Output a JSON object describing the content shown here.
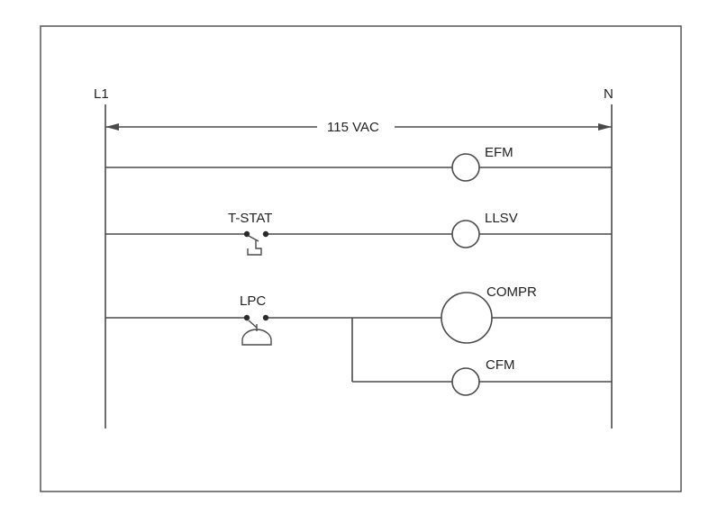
{
  "diagram": {
    "rails": {
      "left_label": "L1",
      "right_label": "N"
    },
    "supply_label": "115 VAC",
    "rungs": [
      {
        "contact_label": "",
        "load_label": "EFM"
      },
      {
        "contact_label": "T-STAT",
        "load_label": "LLSV"
      },
      {
        "contact_label": "LPC",
        "load_label": "COMPR"
      },
      {
        "contact_label": "",
        "load_label": "CFM"
      }
    ]
  },
  "colors": {
    "wire": "#4a4a4a",
    "frame": "#555555",
    "text": "#222222"
  }
}
